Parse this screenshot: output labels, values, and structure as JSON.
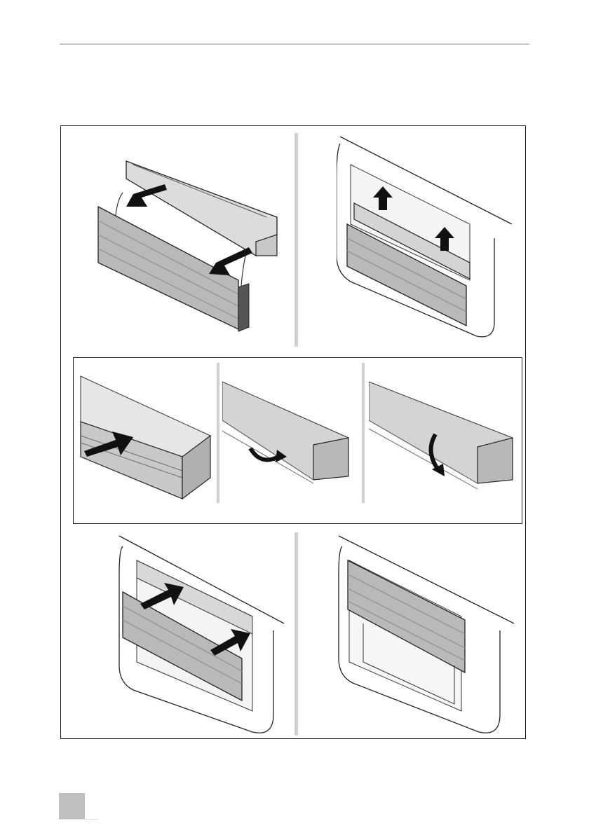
{
  "figure": {
    "panels": [
      {
        "id": "remove-shutter",
        "arrows": [
          "arrow-diag-left",
          "arrow-diag-left"
        ]
      },
      {
        "id": "lift-cassette",
        "arrows": [
          "arrow-up",
          "arrow-up"
        ]
      },
      {
        "id": "insert-pin",
        "arrows": [
          "arrow-diag-right"
        ]
      },
      {
        "id": "rotate-clip",
        "arrows": [
          "arrow-rotate"
        ]
      },
      {
        "id": "fold-clip",
        "arrows": [
          "arrow-rotate"
        ]
      },
      {
        "id": "insert-shutter",
        "arrows": [
          "arrow-diag-right",
          "arrow-diag-right"
        ]
      },
      {
        "id": "installed-shutter",
        "arrows": []
      }
    ],
    "colors": {
      "frame": "#1a1a1a",
      "shutter": "#b9b9b9",
      "cassette": "#c8c8c8",
      "divider": "#cfcfcf",
      "page_tab": "#bfbfbf"
    }
  },
  "page": {
    "number": ""
  }
}
